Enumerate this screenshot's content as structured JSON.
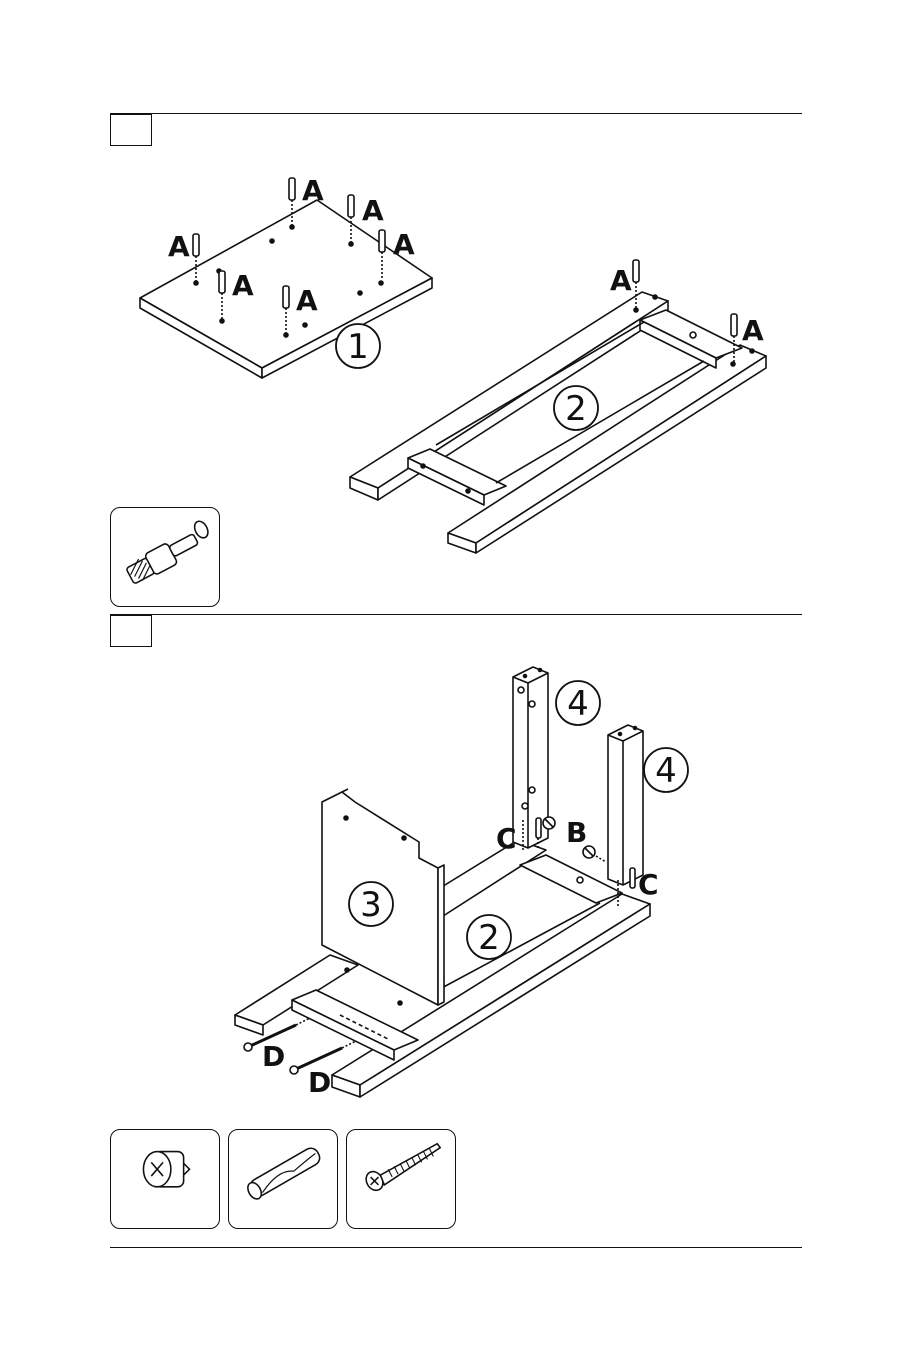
{
  "steps": [
    {
      "number": ""
    },
    {
      "number": ""
    }
  ],
  "labels": {
    "A": "A",
    "B": "B",
    "C": "C",
    "D": "D"
  },
  "parts": {
    "p1": "1",
    "p2": "2",
    "p3": "3",
    "p4": "4"
  },
  "icons": {
    "cam_bolt": "cam-bolt-icon",
    "cam_lock": "cam-lock-icon",
    "dowel": "dowel-icon",
    "screw": "screw-icon"
  },
  "colors": {
    "line": "#111111",
    "panel": "#ffffff"
  }
}
